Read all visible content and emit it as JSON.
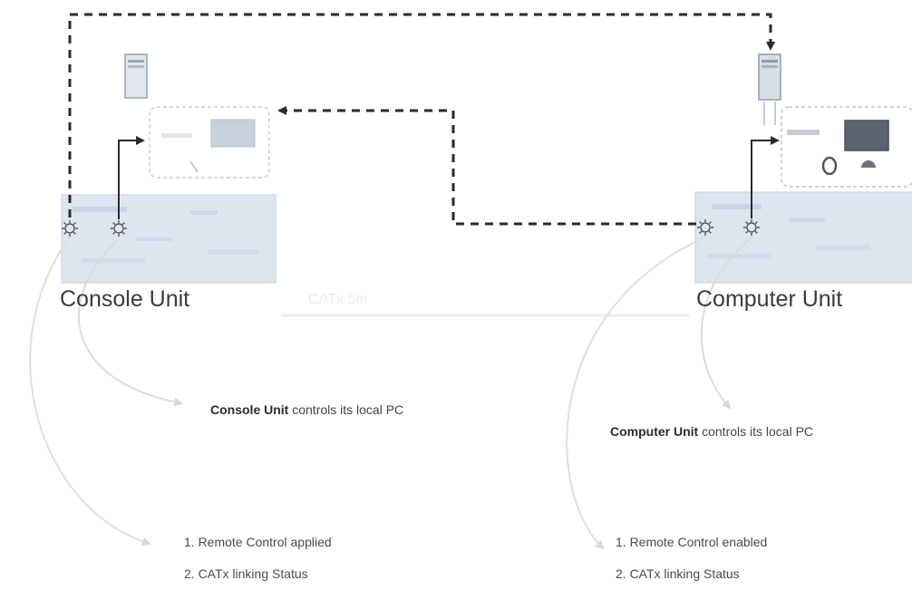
{
  "units": {
    "console": {
      "label": "Console Unit"
    },
    "computer": {
      "label": "Computer Unit"
    }
  },
  "cable_label": "CATx 5m",
  "notes": {
    "console": {
      "strong": "Console Unit",
      "rest": " controls its local PC"
    },
    "computer": {
      "strong": "Computer Unit",
      "rest": " controls its local PC"
    }
  },
  "lists": {
    "console": [
      "1. Remote Control applied",
      "2. CATx linking Status"
    ],
    "computer": [
      "1. Remote Control enabled",
      "2. CATx linking Status"
    ]
  },
  "colors": {
    "panel": "#dde5ef",
    "panel_border": "#c4cfdc",
    "dashed_line": "#2b2b2b",
    "curve": "#d9dcd9",
    "text": "#3c3c3c"
  }
}
